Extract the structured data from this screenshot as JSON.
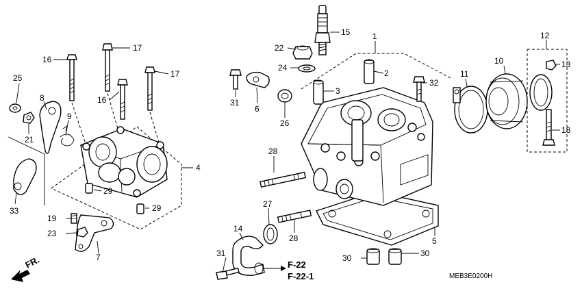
{
  "callouts": {
    "c1": "1",
    "c2": "2",
    "c3": "3",
    "c4": "4",
    "c5": "5",
    "c6": "6",
    "c7": "7",
    "c8": "8",
    "c9": "9",
    "c10": "10",
    "c11": "11",
    "c12": "12",
    "c13": "13",
    "c14": "14",
    "c15": "15",
    "c16a": "16",
    "c16b": "16",
    "c17a": "17",
    "c17b": "17",
    "c18": "18",
    "c19": "19",
    "c21": "21",
    "c22": "22",
    "c23": "23",
    "c24": "24",
    "c25": "25",
    "c26": "26",
    "c27": "27",
    "c28a": "28",
    "c28b": "28",
    "c29a": "29",
    "c29b": "29",
    "c30a": "30",
    "c30b": "30",
    "c31a": "31",
    "c31b": "31",
    "c32": "32",
    "c33": "33"
  },
  "references": {
    "ref1": "F-22",
    "ref2": "F-22-1"
  },
  "front_label": "FR.",
  "diagram_code": "MEB3E0200H"
}
